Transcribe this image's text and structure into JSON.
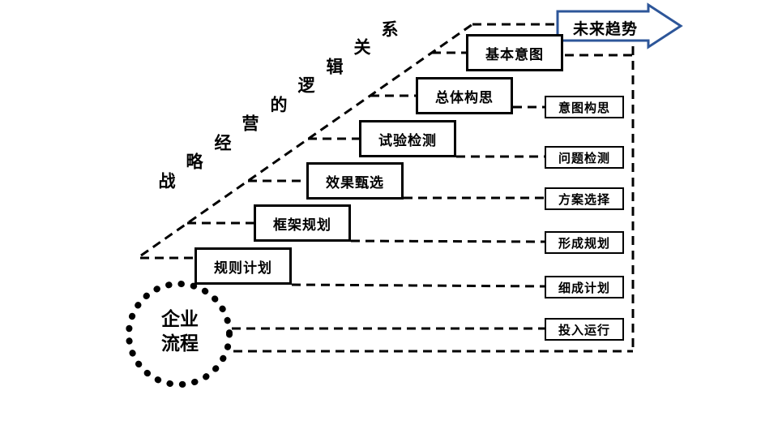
{
  "arrow": {
    "label": "未来趋势",
    "outline_color": "#2d5699"
  },
  "circle": {
    "line1": "企业",
    "line2": "流程"
  },
  "diagonal": {
    "chars": [
      "战",
      "略",
      "经",
      "营",
      "的",
      "逻",
      "辑",
      "关",
      "系"
    ]
  },
  "staircase": [
    {
      "label": "基本意图"
    },
    {
      "label": "总体构思"
    },
    {
      "label": "试验检测"
    },
    {
      "label": "效果甄选"
    },
    {
      "label": "框架规划"
    },
    {
      "label": "规则计划"
    }
  ],
  "outputs": [
    {
      "label": "意图构思"
    },
    {
      "label": "问题检测"
    },
    {
      "label": "方案选择"
    },
    {
      "label": "形成规划"
    },
    {
      "label": "细成计划"
    },
    {
      "label": "投入运行"
    }
  ]
}
